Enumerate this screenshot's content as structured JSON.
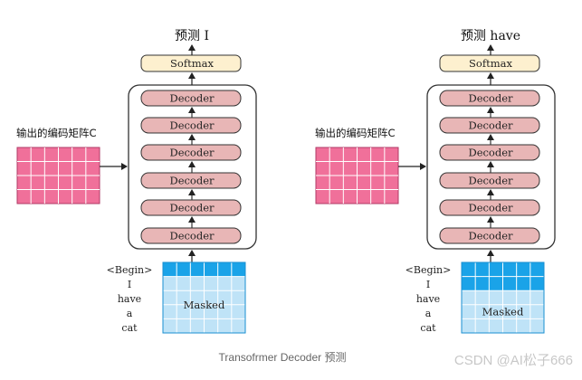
{
  "left": {
    "prediction": "预测  I",
    "softmax": "Softmax",
    "decoders": [
      "Decoder",
      "Decoder",
      "Decoder",
      "Decoder",
      "Decoder",
      "Decoder"
    ],
    "encoder_label": "输出的编码矩阵C",
    "tokens": [
      "<Begin>",
      "I",
      "have",
      "a",
      "cat"
    ],
    "masked": "Masked",
    "visible_rows": 1
  },
  "right": {
    "prediction": "预测  have",
    "softmax": "Softmax",
    "decoders": [
      "Decoder",
      "Decoder",
      "Decoder",
      "Decoder",
      "Decoder",
      "Decoder"
    ],
    "encoder_label": "输出的编码矩阵C",
    "tokens": [
      "<Begin>",
      "I",
      "have",
      "a",
      "cat"
    ],
    "masked": "Masked",
    "visible_rows": 2
  },
  "caption": "Transofrmer Decoder 预测",
  "watermark": "CSDN @AI松子666",
  "colors": {
    "softmax_fill": "#fdf0cf",
    "decoder_fill": "#e8b6b6",
    "encoder_fill": "#f0709a",
    "mask_visible": "#1aa3e8",
    "mask_hidden": "#bfe3f7",
    "stroke": "#333333"
  }
}
